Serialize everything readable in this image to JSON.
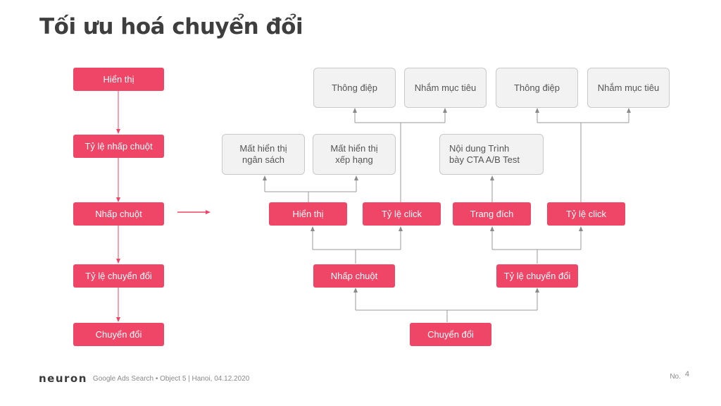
{
  "title": "Tối ưu hoá chuyển đổi",
  "funnel": [
    "Hiển thị",
    "Tỷ lệ nhấp chuột",
    "Nhấp chuột",
    "Tỷ lệ chuyển đổi",
    "Chuyển đổi"
  ],
  "tree": {
    "root": "Chuyển đổi",
    "left": {
      "label": "Nhấp chuột",
      "impressions": {
        "label": "Hiển thị",
        "children": [
          "Mất hiển thị\nngân sách",
          "Mất hiển thị\nxếp hạng"
        ]
      },
      "ctr": {
        "label": "Tỷ lệ click",
        "children": [
          "Thông điệp",
          "Nhắm mục tiêu"
        ]
      }
    },
    "right": {
      "label": "Tỷ lệ chuyển đổi",
      "landing": {
        "label": "Trang đích",
        "children": [
          "Nội dung Trình\nbày CTA A/B Test"
        ]
      },
      "ctr": {
        "label": "Tỷ lệ click",
        "children": [
          "Thông điệp",
          "Nhắm mục tiêu"
        ]
      }
    }
  },
  "footer": {
    "logo": "neuron",
    "text": "Google Ads Search  • Object 5 | Hanoi, 04.12.2020",
    "page_label": "No.",
    "page_number": "4"
  },
  "colors": {
    "accent": "#ef4566",
    "node_gray": "#f2f2f2",
    "title": "#3e3e3e"
  }
}
